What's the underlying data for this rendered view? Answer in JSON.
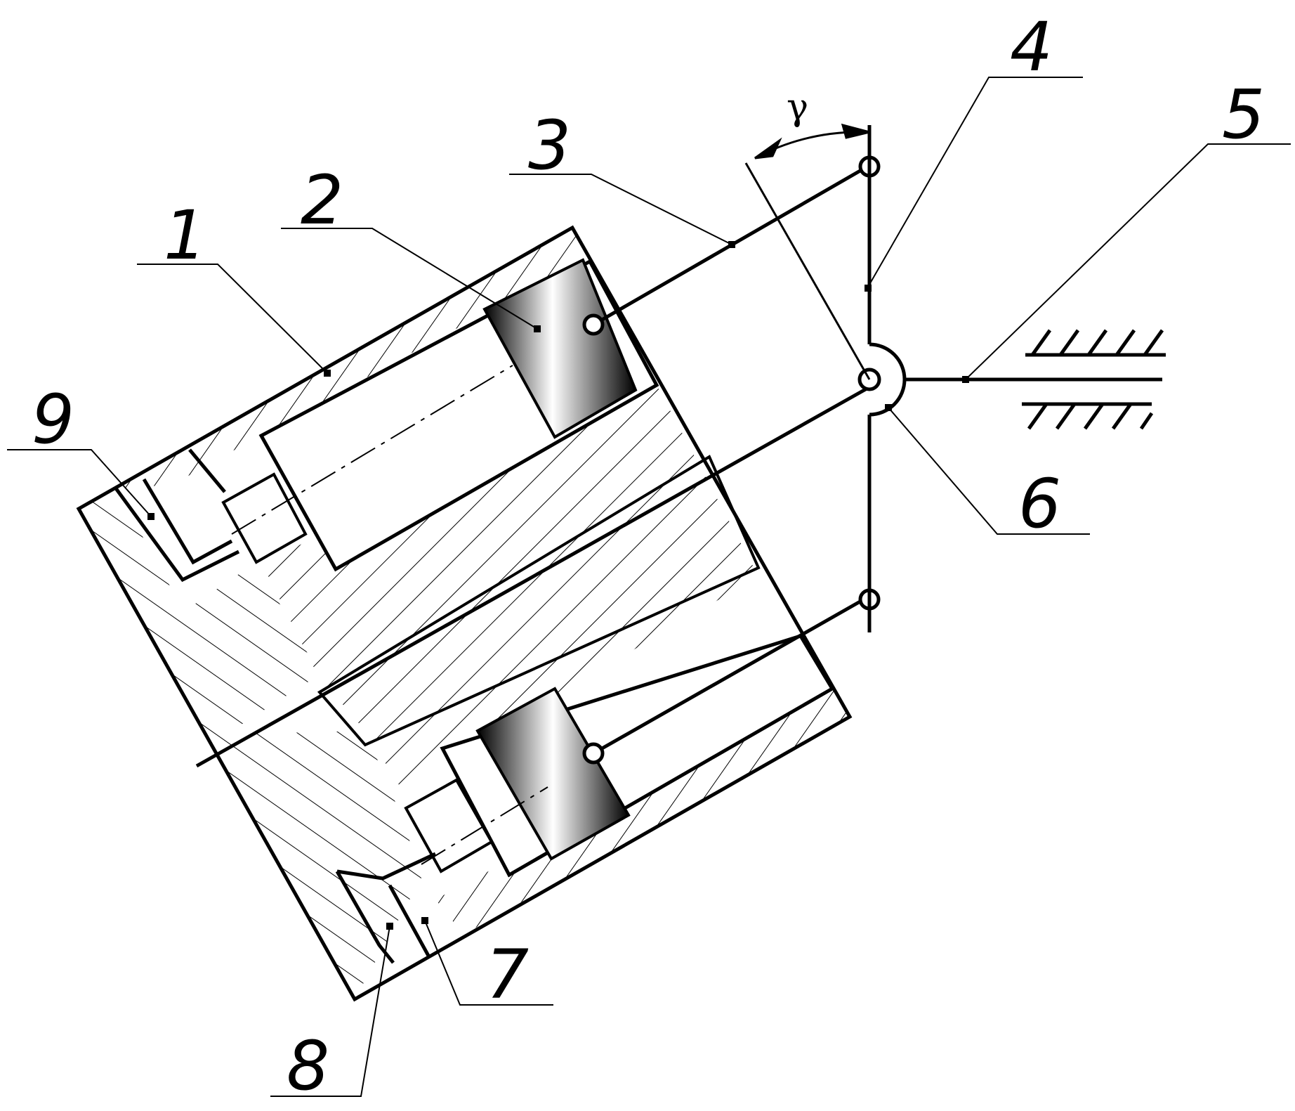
{
  "diagram": {
    "labels": {
      "l1": "1",
      "l2": "2",
      "l3": "3",
      "l4": "4",
      "l5": "5",
      "l6": "6",
      "l7": "7",
      "l8": "8",
      "l9": "9"
    },
    "angle_symbol": "γ",
    "colors": {
      "line": "#000000",
      "background": "#ffffff",
      "piston_dark": "#000000",
      "piston_light": "#ffffff"
    }
  }
}
